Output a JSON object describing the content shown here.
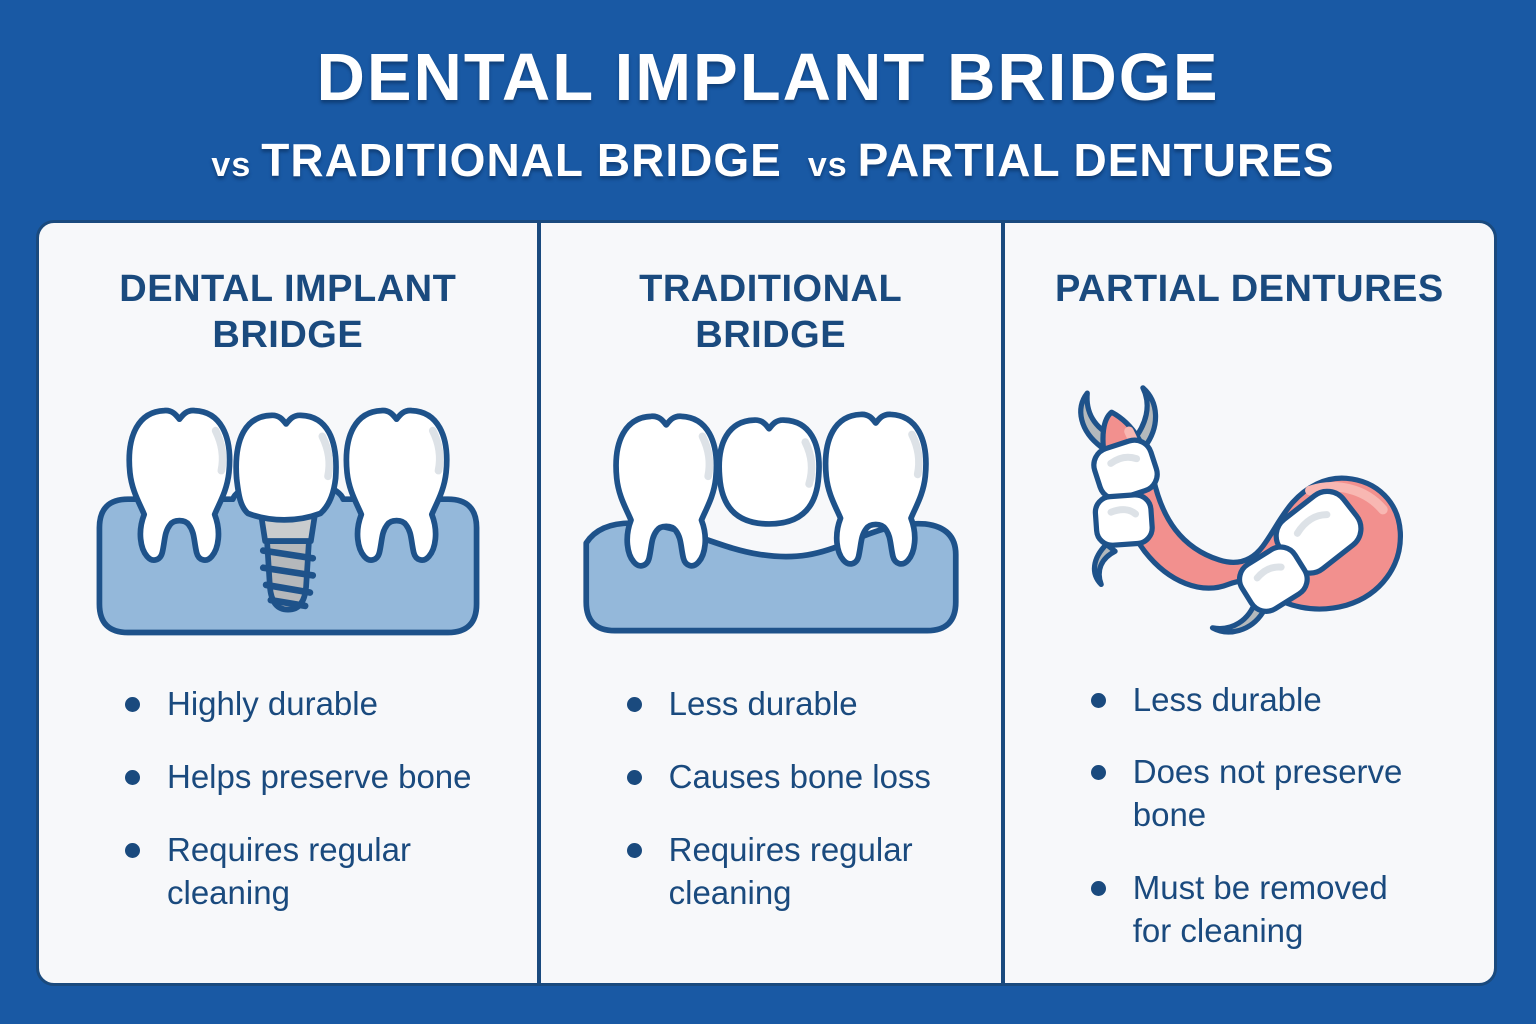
{
  "colors": {
    "bg": "#1959a4",
    "card": "#f7f8fa",
    "navy": "#1a4a7e",
    "stroke": "#1e528a",
    "gum": "#94b8da",
    "tooth_shade": "#dde2e7",
    "implant_gray": "#b5b8bb",
    "implant_light": "#c9ccce",
    "denture_pink": "#f2908e",
    "denture_pink_light": "#f8b7b2",
    "metal_gray": "#b4b9bc"
  },
  "title": {
    "line1": "DENTAL IMPLANT BRIDGE",
    "vs1": "vs",
    "line2a": "TRADITIONAL BRIDGE",
    "vs2": "vs",
    "line2b": "PARTIAL DENTURES"
  },
  "columns": [
    {
      "heading": "DENTAL IMPLANT\nBRIDGE",
      "illustration": "dental-implant-bridge",
      "bullets": [
        "Highly durable",
        "Helps preserve bone",
        "Requires regular\ncleaning"
      ]
    },
    {
      "heading": "TRADITIONAL\nBRIDGE",
      "illustration": "traditional-bridge",
      "bullets": [
        "Less durable",
        "Causes bone loss",
        "Requires regular\ncleaning"
      ]
    },
    {
      "heading": "PARTIAL DENTURES",
      "illustration": "partial-dentures",
      "bullets": [
        "Less durable",
        "Does not preserve\nbone",
        "Must be removed\nfor cleaning"
      ]
    }
  ]
}
